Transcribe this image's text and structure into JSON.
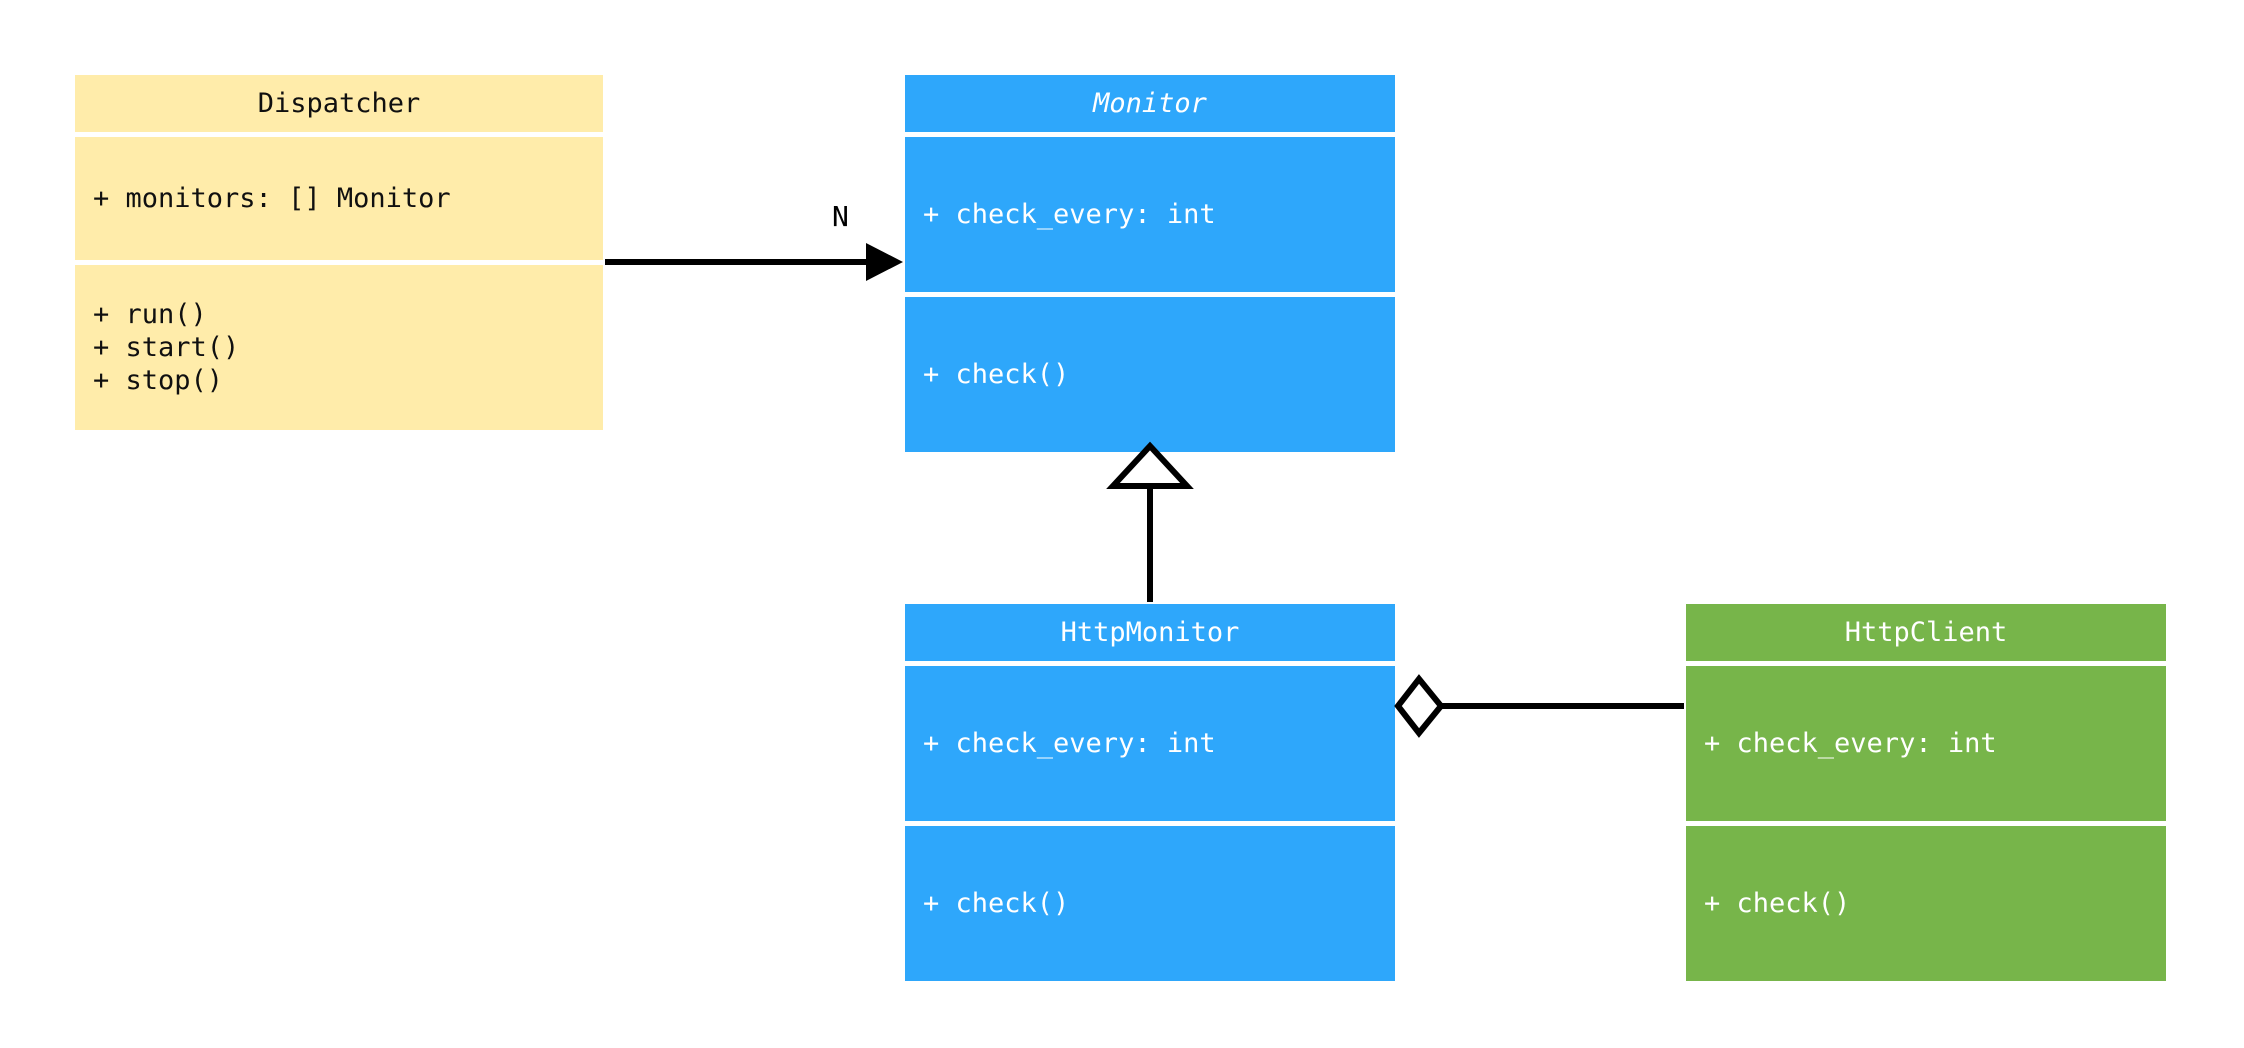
{
  "diagram": {
    "type": "uml-class-diagram",
    "background": "#ffffff",
    "classes": [
      {
        "id": "dispatcher",
        "name": "Dispatcher",
        "abstract": false,
        "color": "#ffecaa",
        "text_color": "#101010",
        "attributes": [
          "+ monitors: [] Monitor"
        ],
        "methods": [
          "+ run()",
          "+ start()",
          "+ stop()"
        ]
      },
      {
        "id": "monitor",
        "name": "Monitor",
        "abstract": true,
        "color": "#2ea7fb",
        "text_color": "#ffffff",
        "attributes": [
          "+ check_every: int"
        ],
        "methods": [
          "+ check()"
        ]
      },
      {
        "id": "httpmonitor",
        "name": "HttpMonitor",
        "abstract": false,
        "color": "#2ea7fb",
        "text_color": "#ffffff",
        "attributes": [
          "+ check_every: int"
        ],
        "methods": [
          "+ check()"
        ]
      },
      {
        "id": "httpclient",
        "name": "HttpClient",
        "abstract": false,
        "color": "#77b54a",
        "text_color": "#ffffff",
        "attributes": [
          "+ check_every: int"
        ],
        "methods": [
          "+ check()"
        ]
      }
    ],
    "relations": [
      {
        "id": "dispatcher-to-monitor",
        "kind": "association",
        "from": "Dispatcher",
        "to": "Monitor",
        "label": "N",
        "arrow": "filled-triangle",
        "line": "solid",
        "color": "#000000"
      },
      {
        "id": "httpmonitor-to-monitor",
        "kind": "inheritance",
        "from": "HttpMonitor",
        "to": "Monitor",
        "label": "",
        "arrow": "hollow-triangle",
        "line": "solid",
        "color": "#000000"
      },
      {
        "id": "httpmonitor-to-httpclient",
        "kind": "aggregation",
        "from": "HttpMonitor",
        "to": "HttpClient",
        "label": "",
        "arrow": "hollow-diamond",
        "line": "solid",
        "color": "#000000"
      }
    ]
  }
}
